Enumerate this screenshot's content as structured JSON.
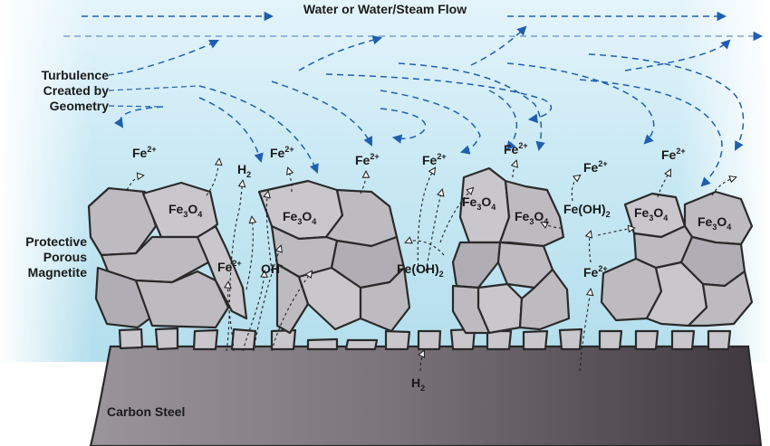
{
  "title": "Water or Water/Steam Flow",
  "labels": {
    "turbulence": [
      "Turbulence",
      "Created by",
      "Geometry"
    ],
    "magnetite": [
      "Protective",
      "Porous",
      "Magnetite"
    ],
    "carbon_steel": "Carbon Steel"
  },
  "species": {
    "fe": "Fe",
    "fe_charge": "2+",
    "h": "H",
    "h_sub": "2",
    "oh": "OH",
    "oh_charge": "-",
    "fe3o4_a": "Fe",
    "fe3o4_sub1": "3",
    "fe3o4_b": "O",
    "fe3o4_sub2": "4",
    "feoh_a": "Fe(OH)",
    "feoh_sub": "2"
  },
  "colors": {
    "water_top": "#dcf0fa",
    "water_bottom": "#b9e2ef",
    "flow_arrow": "#1f5fb0",
    "magnetite": "#bdbbc0",
    "steel_light": "#948e94",
    "steel_dark": "#4a444a"
  }
}
